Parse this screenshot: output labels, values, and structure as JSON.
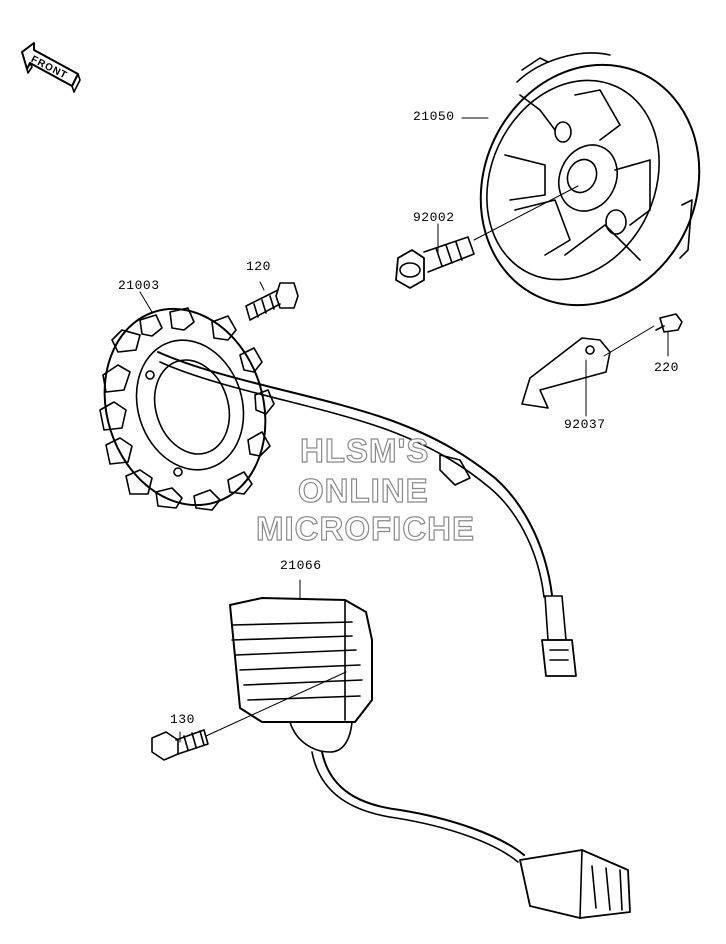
{
  "orientation": {
    "front_label": "FRONT"
  },
  "parts": {
    "flywheel": {
      "number": "21050"
    },
    "flywheel_bolt": {
      "number": "92002"
    },
    "stator_bolt": {
      "number": "120"
    },
    "stator": {
      "number": "21003"
    },
    "bracket": {
      "number": "92037"
    },
    "bracket_bolt": {
      "number": "220"
    },
    "regulator": {
      "number": "21066"
    },
    "regulator_bolt": {
      "number": "130"
    }
  },
  "watermark": {
    "line1": "HLSM'S",
    "line2": "ONLINE",
    "line3": "MICROFICHE"
  }
}
